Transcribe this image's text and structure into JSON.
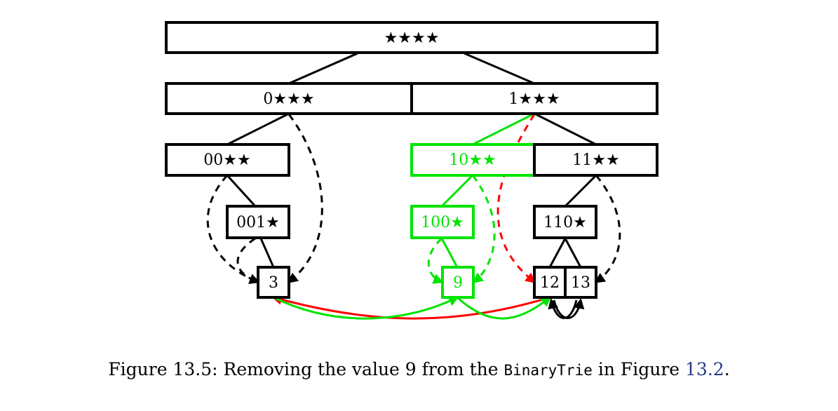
{
  "colors": {
    "normal": "#000000",
    "removed": "#00e400",
    "new_link": "#ff0000",
    "caption_ref": "#2a3a8a"
  },
  "nodes": {
    "root": "★★★★",
    "n0": "0★★★",
    "n1": "1★★★",
    "n00": "00★★",
    "n10": "10★★",
    "n11": "11★★",
    "n001": "001★",
    "n100": "100★",
    "n110": "110★",
    "leaf3": "3",
    "leaf9": "9",
    "leaf12": "12",
    "leaf13": "13"
  },
  "caption": {
    "prefix": "Figure 13.5: Removing the value 9 from the ",
    "code": "BinaryTrie",
    "middle": " in Figure ",
    "ref": "13.2",
    "suffix": "."
  }
}
